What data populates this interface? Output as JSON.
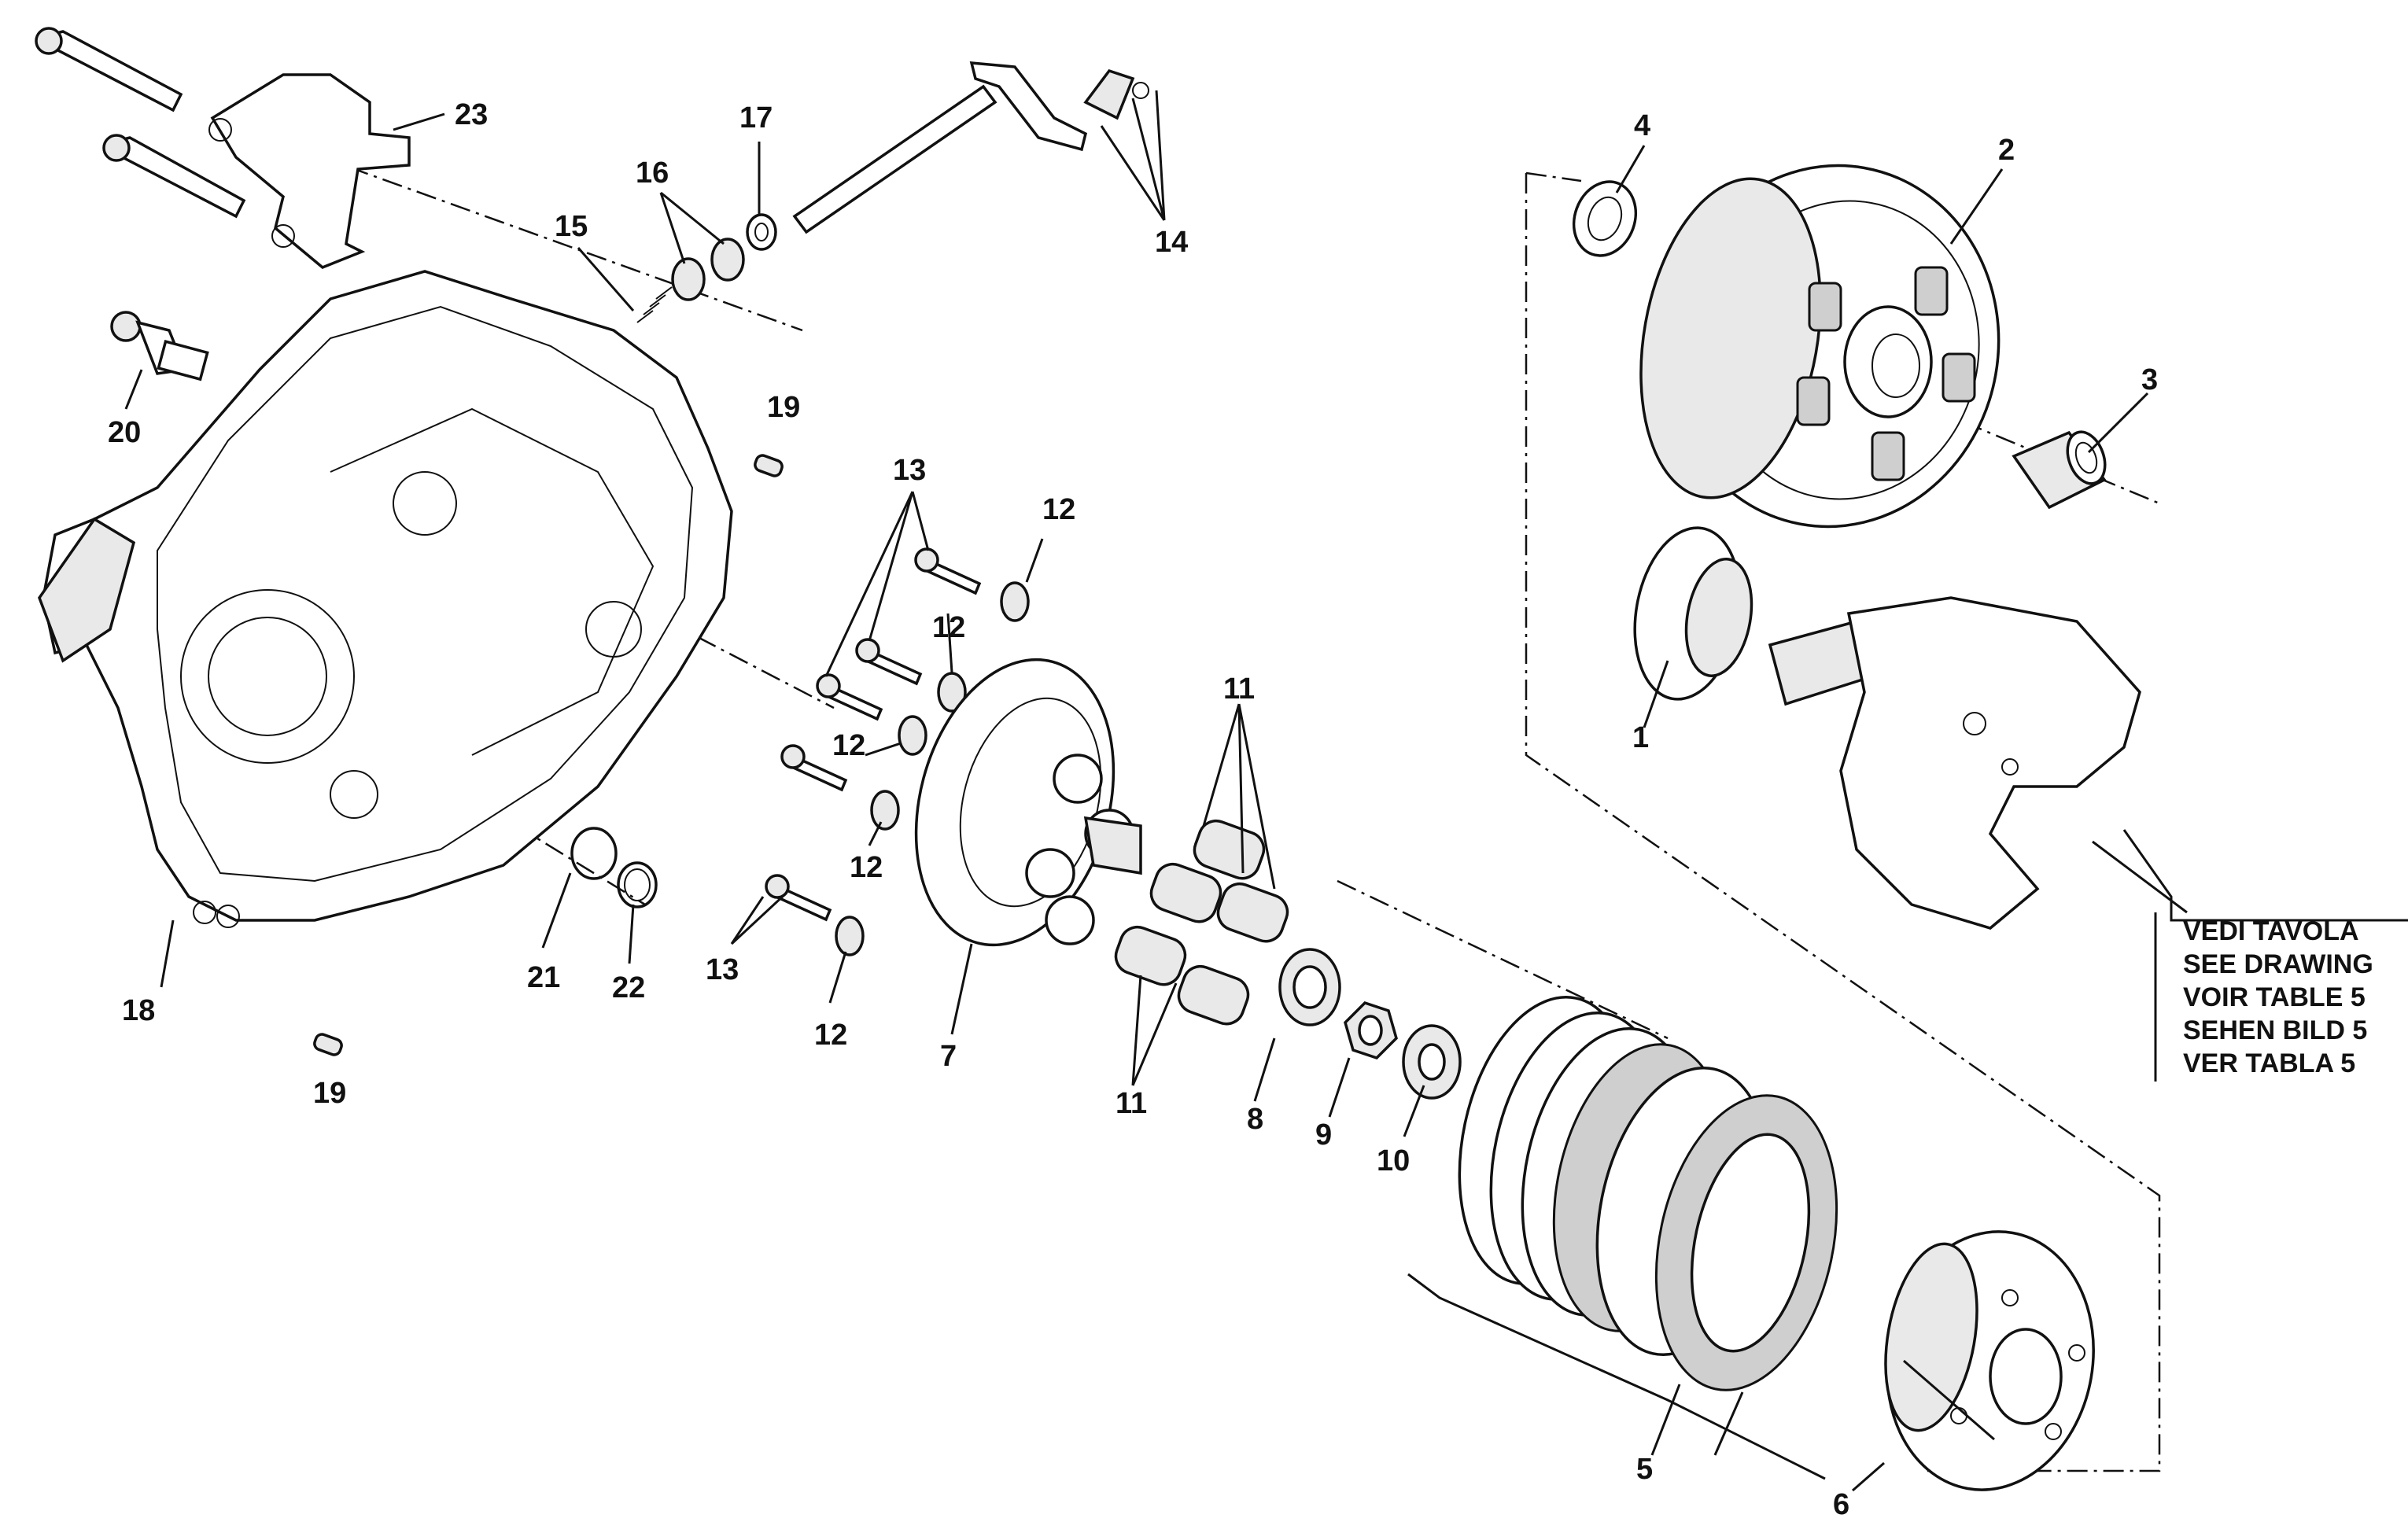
{
  "callouts": [
    "1",
    "2",
    "3",
    "4",
    "5",
    "6",
    "7",
    "8",
    "9",
    "10",
    "11",
    "12",
    "13",
    "14",
    "15",
    "16",
    "17",
    "18",
    "19",
    "20",
    "21",
    "22",
    "23"
  ],
  "note": {
    "lines": [
      "VEDI TAVOLA",
      "SEE DRAWING",
      "VOIR TABLE 5",
      "SEHEN BILD 5",
      "VER TABLA 5"
    ]
  }
}
